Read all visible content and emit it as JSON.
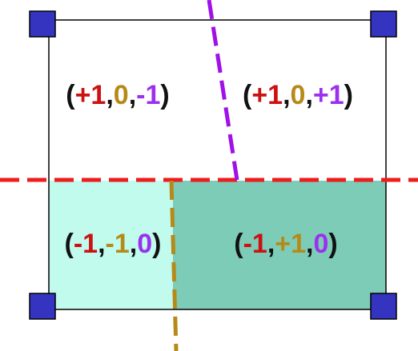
{
  "colors": {
    "background": "#ffffff",
    "outline": "#000000",
    "corner_fill": "#3434c0",
    "corner_stroke": "#000000",
    "region_light": "#c0fbee",
    "region_dark": "#7dccb8",
    "red_line": "#ee1c1c",
    "purple_line": "#a010e8",
    "gold_line": "#b68a18",
    "red": "#cc1111",
    "gold": "#b68a18",
    "purple": "#9b30ee",
    "punct": "#111111"
  },
  "regions": [
    {
      "name": "upper-left",
      "tuple": {
        "a": "+1",
        "b": "0",
        "c": "-1"
      }
    },
    {
      "name": "upper-right",
      "tuple": {
        "a": "+1",
        "b": "0",
        "c": "+1"
      }
    },
    {
      "name": "lower-left",
      "tuple": {
        "a": "-1",
        "b": "-1",
        "c": "0"
      }
    },
    {
      "name": "lower-right",
      "tuple": {
        "a": "-1",
        "b": "+1",
        "c": "0"
      }
    }
  ],
  "tuple_punctuation": {
    "open": "(",
    "sep": ",",
    "close": ")"
  }
}
